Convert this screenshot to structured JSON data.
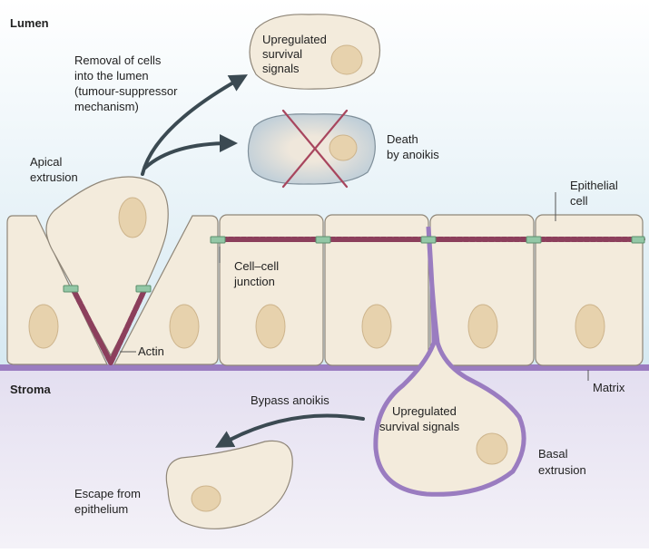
{
  "regions": {
    "lumen": "Lumen",
    "stroma": "Stroma"
  },
  "labels": {
    "removal": [
      "Removal of cells",
      "into the lumen",
      "(tumour-suppressor",
      "mechanism)"
    ],
    "upregulated_top": [
      "Upregulated",
      "survival",
      "signals"
    ],
    "death": [
      "Death",
      "by anoikis"
    ],
    "apical": [
      "Apical",
      "extrusion"
    ],
    "epithelial": [
      "Epithelial",
      "cell"
    ],
    "junction": [
      "Cell–cell",
      "junction"
    ],
    "actin": "Actin",
    "matrix": "Matrix",
    "bypass": "Bypass anoikis",
    "upregulated_bottom": [
      "Upregulated",
      "survival signals"
    ],
    "basal": [
      "Basal",
      "extrusion"
    ],
    "escape": [
      "Escape from",
      "epithelium"
    ]
  },
  "colors": {
    "lumen_top": "#d9ecf4",
    "stroma_bg": "#e6e2ef",
    "cell_fill": "#f3ebdc",
    "cell_stroke": "#8f8678",
    "nucleus": "#e7d2ad",
    "actin": "#8c3f5c",
    "junction": "#93c7a6",
    "matrix_line": "#9a7cc0",
    "arrow": "#3b4a52",
    "cross": "#a8465e"
  }
}
